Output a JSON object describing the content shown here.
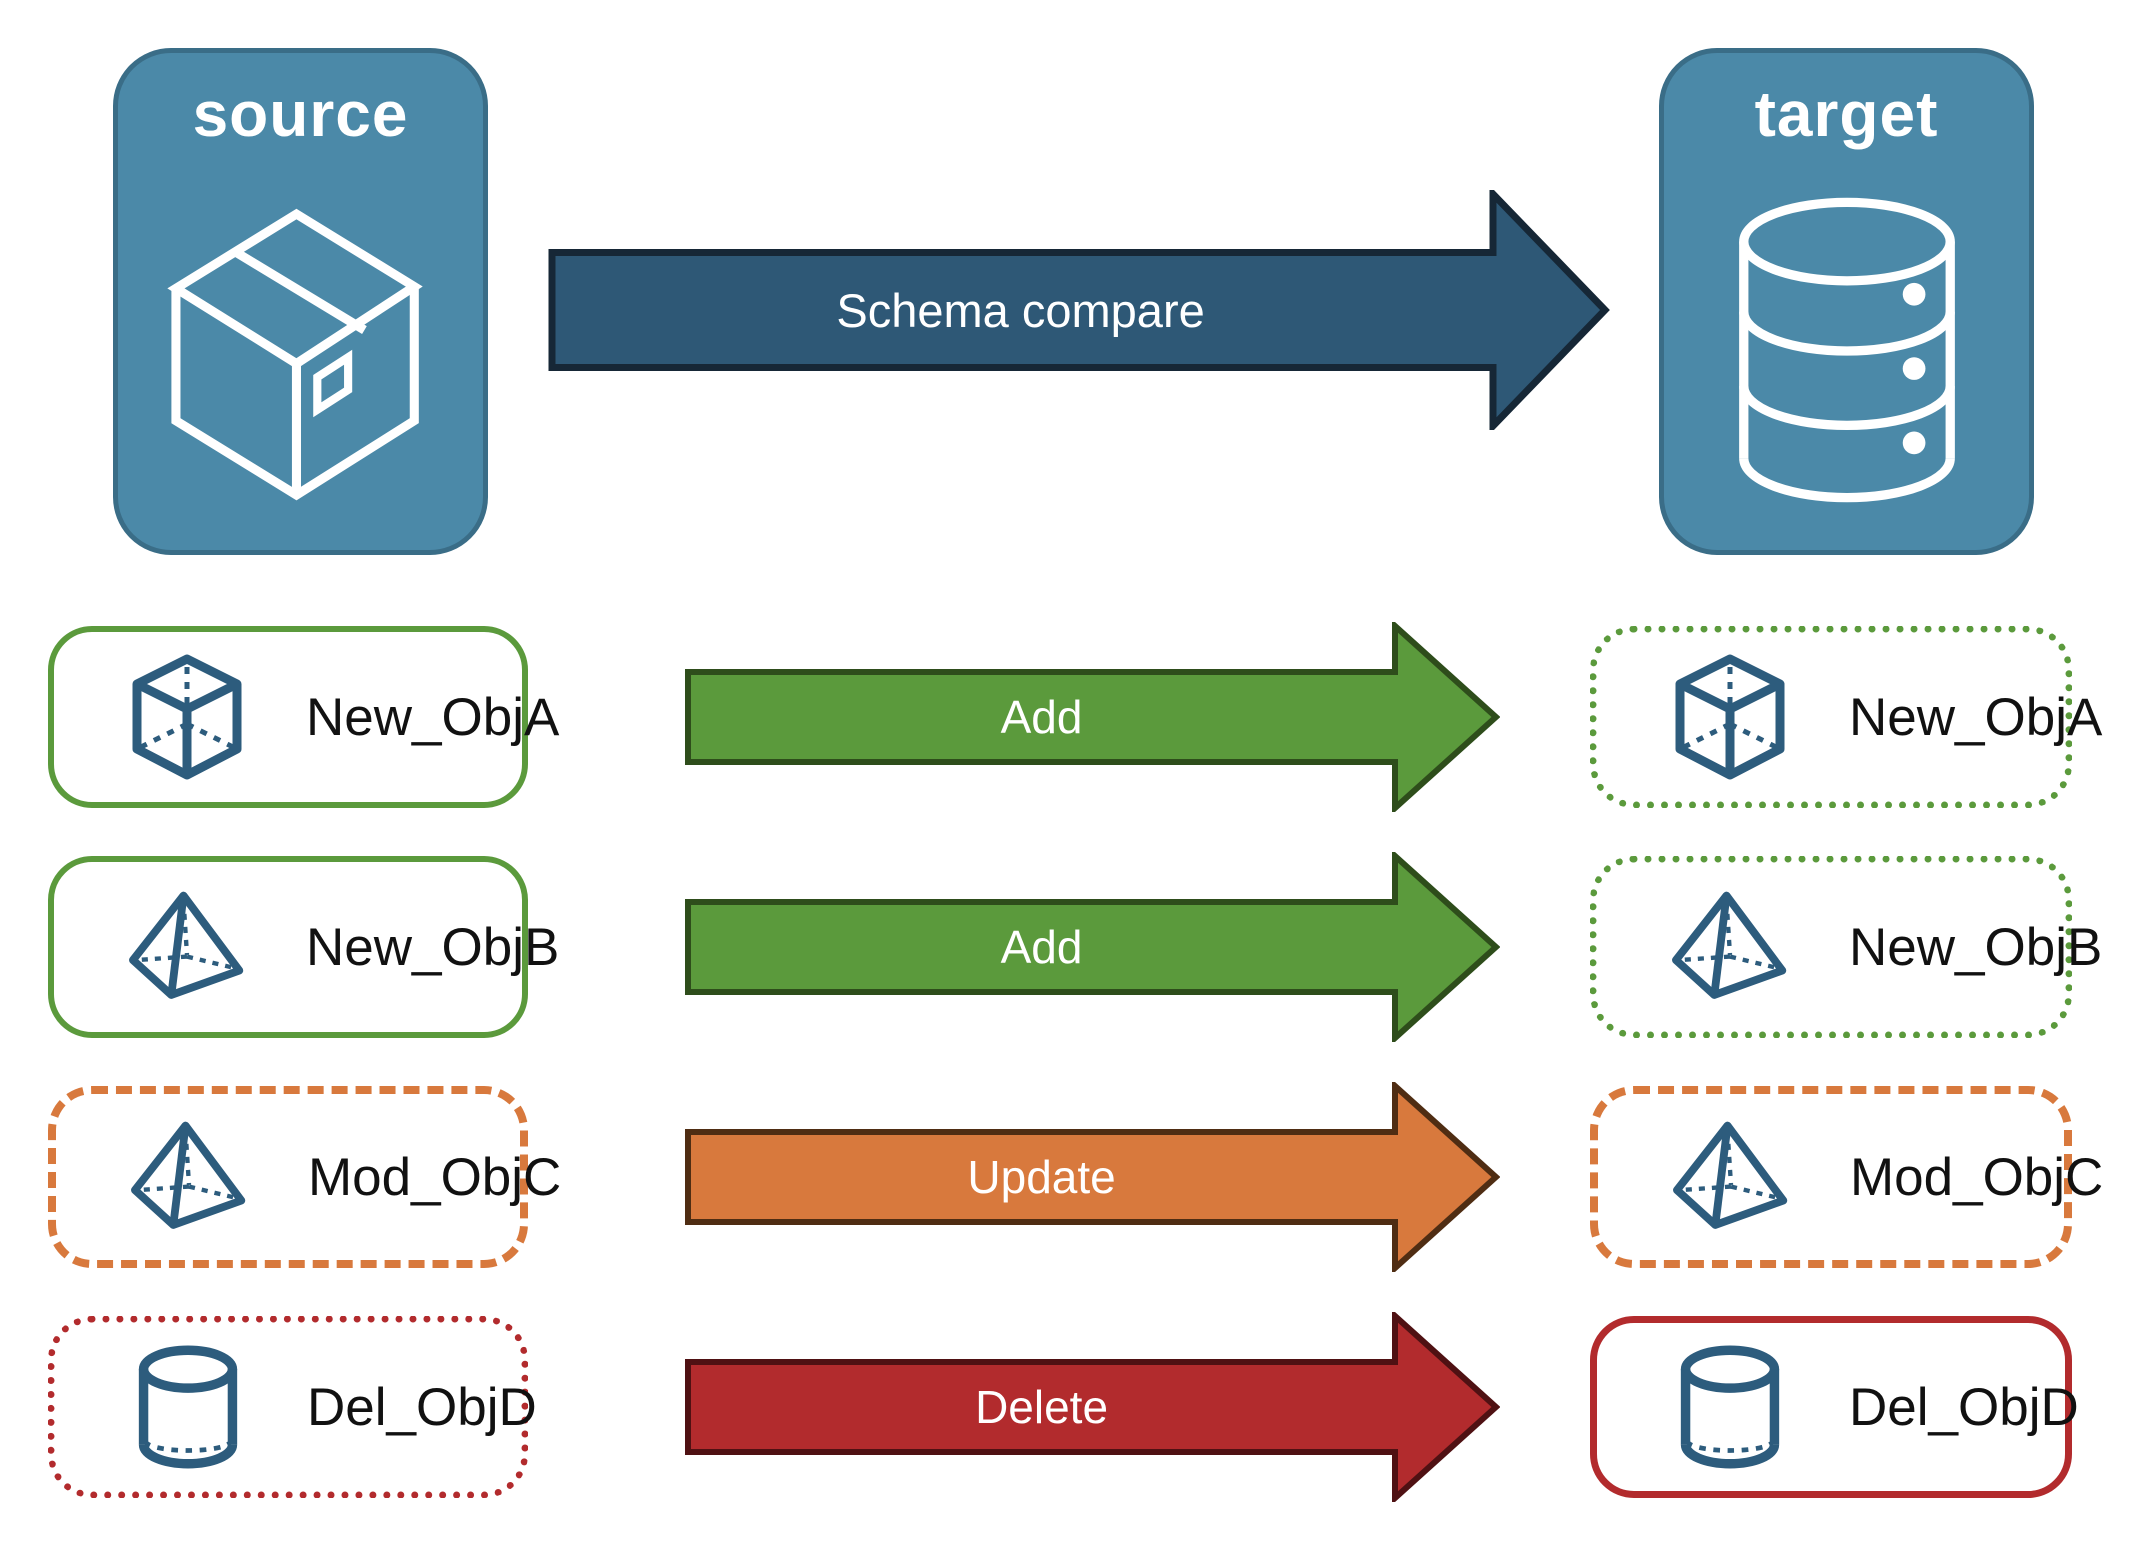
{
  "nodes": {
    "source": {
      "title": "source",
      "icon": "package-box-icon"
    },
    "target": {
      "title": "target",
      "icon": "database-icon"
    }
  },
  "schema_arrow": {
    "label": "Schema compare",
    "color": "#2e5876"
  },
  "rows": [
    {
      "object_name": "New_ObjA",
      "action": "Add",
      "icon": "cube-icon",
      "status_color": "#5b9a3c",
      "source_border": "solid",
      "target_border": "dotted"
    },
    {
      "object_name": "New_ObjB",
      "action": "Add",
      "icon": "pyramid-icon",
      "status_color": "#5b9a3c",
      "source_border": "solid",
      "target_border": "dotted"
    },
    {
      "object_name": "Mod_ObjC",
      "action": "Update",
      "icon": "pyramid-icon",
      "status_color": "#d8793d",
      "source_border": "dashed",
      "target_border": "dashed"
    },
    {
      "object_name": "Del_ObjD",
      "action": "Delete",
      "icon": "cylinder-icon",
      "status_color": "#b22b2d",
      "source_border": "dotted",
      "target_border": "solid"
    }
  ],
  "colors": {
    "node_fill": "#4b89a8",
    "node_border": "#3a6d87",
    "schema_arrow": "#2e5876",
    "add_green": "#5b9a3c",
    "update_orange": "#d8793d",
    "delete_red": "#b22b2d",
    "icon_stroke_blue": "#2d5c7d",
    "label_text": "#111111",
    "arrow_text": "#ffffff"
  }
}
